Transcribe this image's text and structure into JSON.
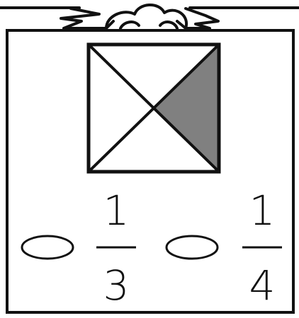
{
  "shapes": {
    "square": {
      "shaded_triangle": "right",
      "shaded_color": "#808080",
      "stroke_color": "#111111"
    }
  },
  "answer_choices": [
    {
      "numerator": "1",
      "denominator": "3"
    },
    {
      "numerator": "1",
      "denominator": "4"
    }
  ],
  "decor": {
    "top_bow": "bow-ribbon-icon"
  }
}
